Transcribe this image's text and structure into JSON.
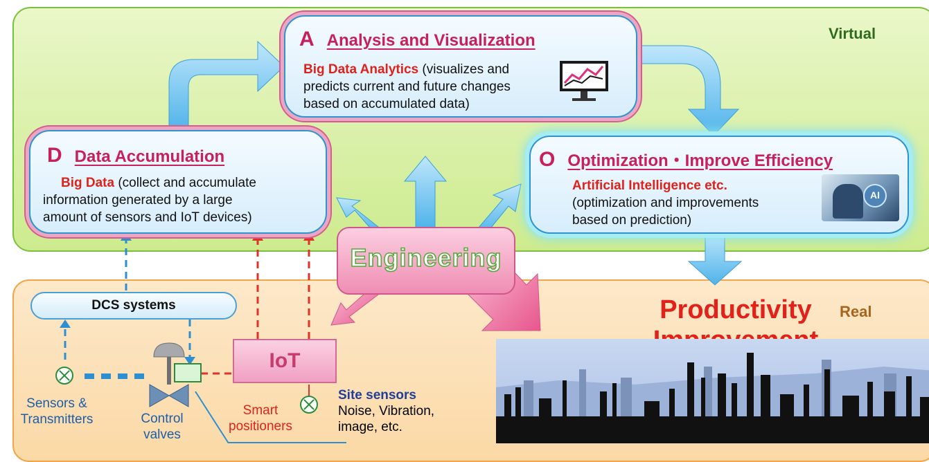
{
  "zones": {
    "virtual_label": "Virtual",
    "real_label": "Real"
  },
  "boxes": {
    "a": {
      "letter": "A",
      "title": "Analysis and Visualization",
      "highlight": "Big Data Analytics",
      "lines": [
        " (visualizes and",
        "predicts current and future changes",
        "based on accumulated data)"
      ]
    },
    "d": {
      "letter": "D",
      "title": "Data Accumulation",
      "highlight": "Big Data",
      "lines": [
        " (collect and accumulate",
        "information generated by a large",
        "amount of sensors and IoT devices)"
      ]
    },
    "o": {
      "letter": "O",
      "title": "Optimization・Improve Efficiency",
      "highlight": "Artificial Intelligence etc.",
      "lines": [
        "(optimization and improvements",
        "based on prediction)"
      ],
      "ai_badge": "AI"
    }
  },
  "engineering_label": "Engineering",
  "dcs_label": "DCS systems",
  "iot_label": "IoT",
  "productivity": {
    "line1": "Productivity",
    "line2": "Improvement"
  },
  "devices": {
    "sensors": {
      "line1": "Sensors &",
      "line2": "Transmitters"
    },
    "valves": {
      "line1": "Control",
      "line2": "valves"
    },
    "positioners": {
      "line1": "Smart",
      "line2": "positioners"
    },
    "site": {
      "title": "Site sensors",
      "line1": "Noise, Vibration,",
      "line2": "image, etc."
    }
  },
  "colors": {
    "accent_red": "#e0221b",
    "title_pink": "#c8205b",
    "blue_text": "#1c5fa8",
    "box_border": "#2f93d1"
  },
  "icons": [
    "monitor-chart-icon",
    "ai-hand-photo-icon",
    "sensor-icon",
    "valve-icon",
    "city-skyline-icon"
  ]
}
